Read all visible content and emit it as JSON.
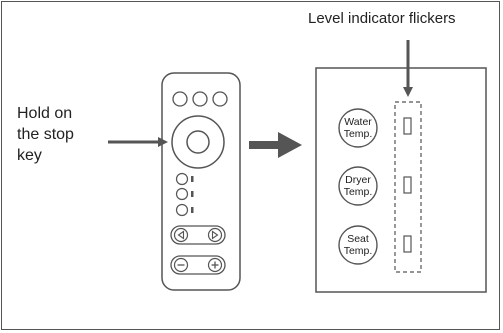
{
  "labels": {
    "indicator": "Level indicator flickers",
    "hold_line1": "Hold on",
    "hold_line2": "the stop",
    "hold_line3": "key"
  },
  "panel_buttons": [
    {
      "line1": "Water",
      "line2": "Temp."
    },
    {
      "line1": "Dryer",
      "line2": "Temp."
    },
    {
      "line1": "Seat",
      "line2": "Temp."
    }
  ],
  "colors": {
    "stroke": "#555555",
    "arrow": "#555555",
    "text": "#222222"
  }
}
